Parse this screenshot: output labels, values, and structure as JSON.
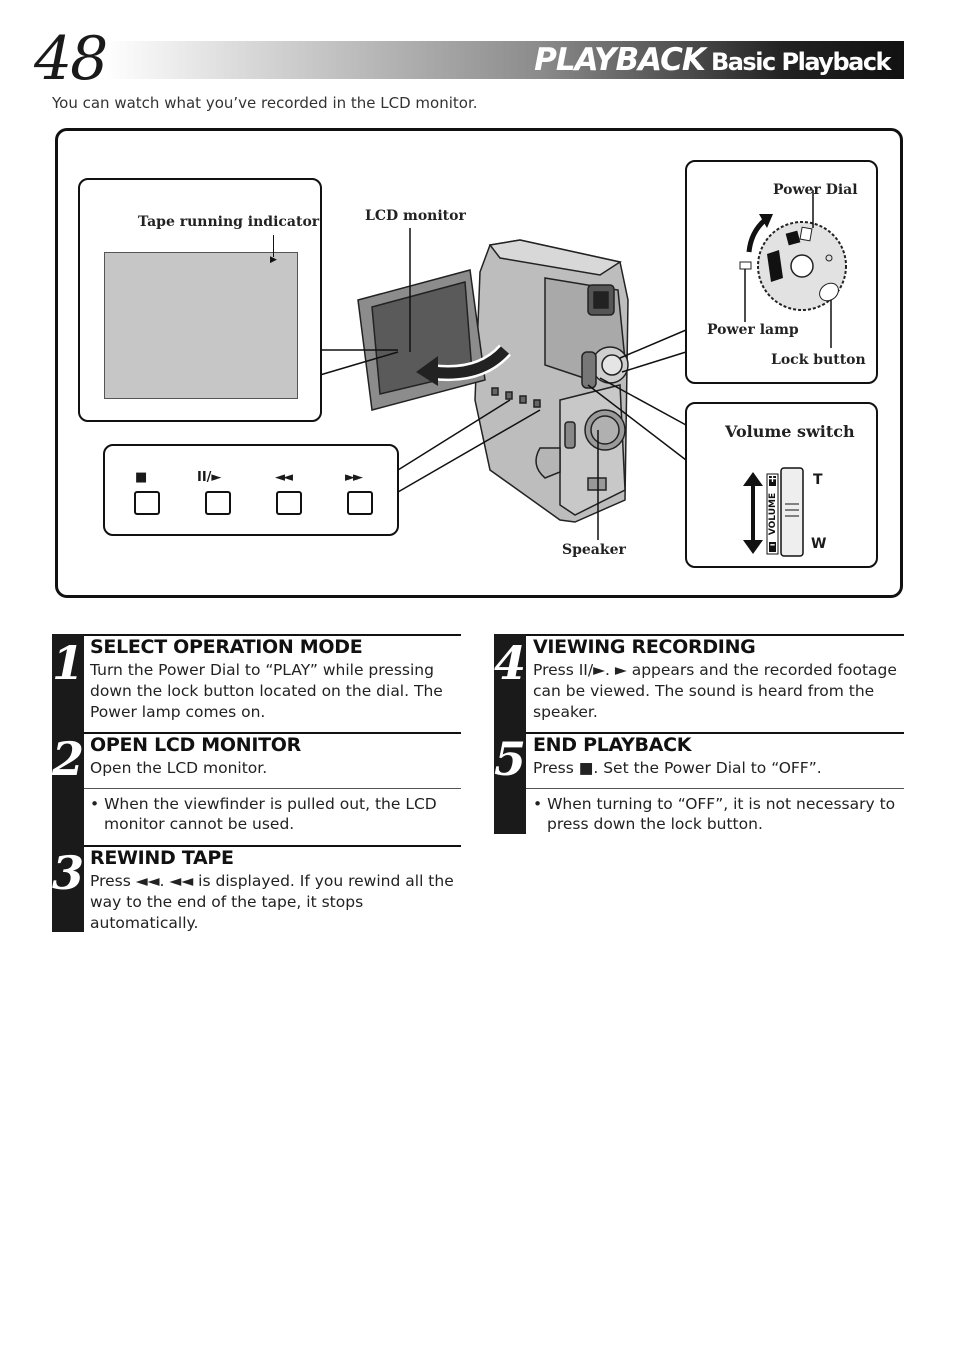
{
  "header": {
    "page_number": "48",
    "section_main": "PLAYBACK",
    "section_sub": "Basic Playback",
    "intro": "You can watch what you’ve recorded in the LCD monitor."
  },
  "diagram": {
    "labels": {
      "tape_running_indicator": "Tape running indicator",
      "lcd_monitor": "LCD monitor",
      "power_dial": "Power Dial",
      "power_lamp": "Power lamp",
      "lock_button": "Lock button",
      "volume_switch": "Volume switch",
      "speaker": "Speaker",
      "volume_text": "VOLUME",
      "plus": "+",
      "minus": "–",
      "t": "T",
      "w": "W"
    },
    "buttons": [
      {
        "name": "stop",
        "symbol": "■"
      },
      {
        "name": "play-pause",
        "symbol": "II/►"
      },
      {
        "name": "rewind",
        "symbol": "◄◄"
      },
      {
        "name": "fast-forward",
        "symbol": "►►"
      }
    ]
  },
  "steps": [
    {
      "number": "1",
      "title": "SELECT OPERATION MODE",
      "body": "Turn the Power Dial to “PLAY” while pressing down the lock button located on the dial. The Power lamp comes on."
    },
    {
      "number": "2",
      "title": "OPEN LCD MONITOR",
      "body": "Open the LCD monitor.",
      "note": "• When the viewfinder is pulled out, the LCD monitor cannot be used."
    },
    {
      "number": "3",
      "title": "REWIND TAPE",
      "body": "Press ◄◄. ◄◄ is displayed. If you rewind all the way to the end of the tape, it stops automatically."
    },
    {
      "number": "4",
      "title": "VIEWING RECORDING",
      "body": "Press II/►. ► appears and the recorded footage can be viewed. The sound is heard from the speaker."
    },
    {
      "number": "5",
      "title": "END PLAYBACK",
      "body": "Press ■. Set the Power Dial to “OFF”.",
      "note": "• When turning to “OFF”, it is not necessary to press down the lock button."
    }
  ]
}
